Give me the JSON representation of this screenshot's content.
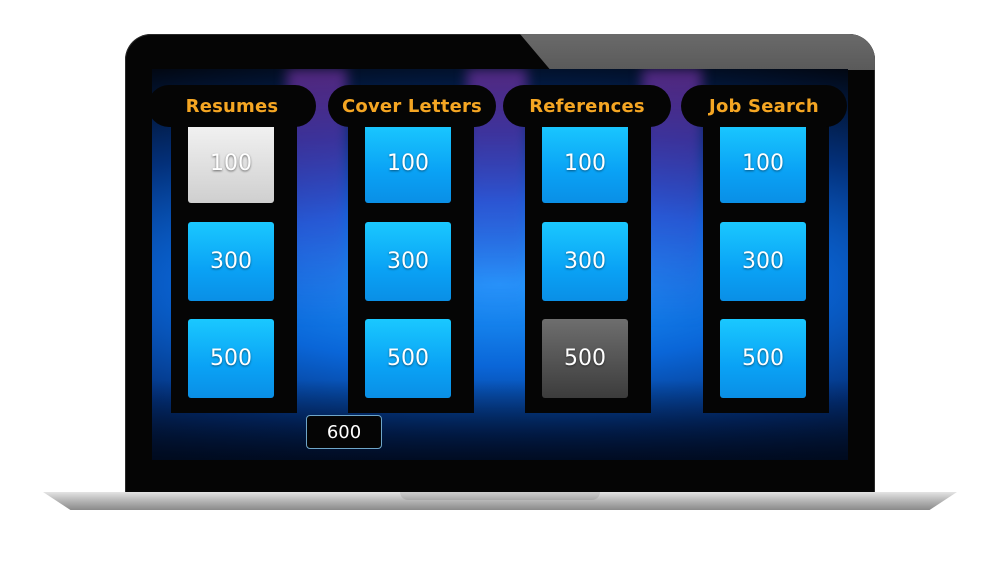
{
  "board": {
    "categories": [
      {
        "title": "Resumes",
        "tiles": [
          {
            "value": "100",
            "state": "used"
          },
          {
            "value": "300",
            "state": "open"
          },
          {
            "value": "500",
            "state": "open"
          }
        ]
      },
      {
        "title": "Cover Letters",
        "tiles": [
          {
            "value": "100",
            "state": "open"
          },
          {
            "value": "300",
            "state": "open"
          },
          {
            "value": "500",
            "state": "open"
          }
        ]
      },
      {
        "title": "References",
        "tiles": [
          {
            "value": "100",
            "state": "open"
          },
          {
            "value": "300",
            "state": "open"
          },
          {
            "value": "500",
            "state": "selected"
          }
        ]
      },
      {
        "title": "Job Search",
        "tiles": [
          {
            "value": "100",
            "state": "open"
          },
          {
            "value": "300",
            "state": "open"
          },
          {
            "value": "500",
            "state": "open"
          }
        ]
      }
    ],
    "score": "600"
  },
  "colors": {
    "header_text": "#f5a623",
    "tile_blue": "#0aa2f5",
    "tile_used": "#d9d9d9",
    "tile_selected": "#4a4a4a"
  }
}
